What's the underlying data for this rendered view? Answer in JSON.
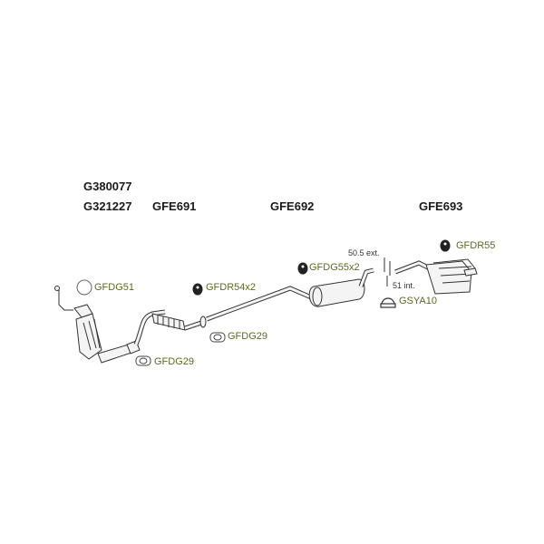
{
  "part_numbers": {
    "catalyst_primary": "G380077",
    "catalyst_alt": "G321227",
    "front_pipe": "GFE691",
    "middle_silencer": "GFE692",
    "rear_silencer": "GFE693"
  },
  "accessories": {
    "ring_gasket": "GFDG51",
    "flange_gasket_a": "GFDG29",
    "flange_gasket_b": "GFDG29",
    "rubber_mount_front": "GFDR54x2",
    "rubber_mount_mid": "GFDG55x2",
    "rubber_mount_rear": "GFDR55",
    "clamp": "GSYA10"
  },
  "dimensions": {
    "outer_diameter": "50.5 ext.",
    "inner_diameter": "51 int."
  }
}
